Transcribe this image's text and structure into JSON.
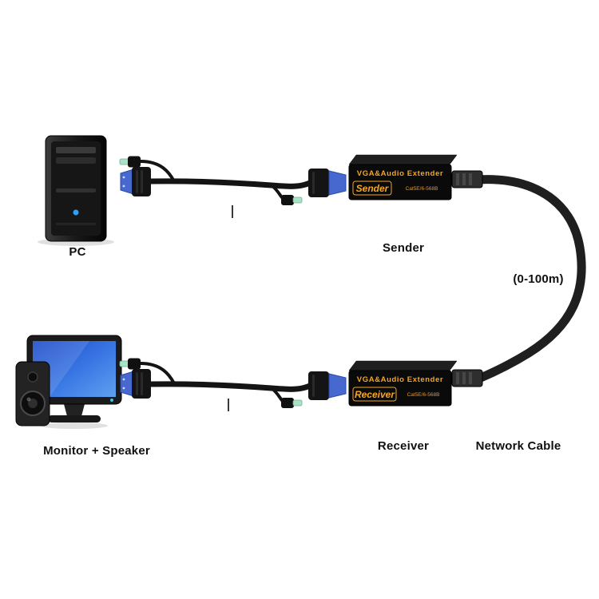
{
  "labels": {
    "pc": "PC",
    "sender": "Sender",
    "distance": "(0-100m)",
    "monitor_speaker": "Monitor + Speaker",
    "receiver": "Receiver",
    "network_cable": "Network Cable"
  },
  "sender_device": {
    "line1": "VGA&Audio  Extender",
    "name": "Sender",
    "spec": "Cat5E/6-568B"
  },
  "receiver_device": {
    "line1": "VGA&Audio  Extender",
    "name": "Receiver",
    "spec": "Cat5E/6-568B"
  },
  "colors": {
    "accent_orange": "#f5a623",
    "vga_blue": "#4668cf",
    "audio_green": "#a9e3c6",
    "cable_black": "#1a1a1a",
    "screen_blue": "#2a63d8"
  }
}
